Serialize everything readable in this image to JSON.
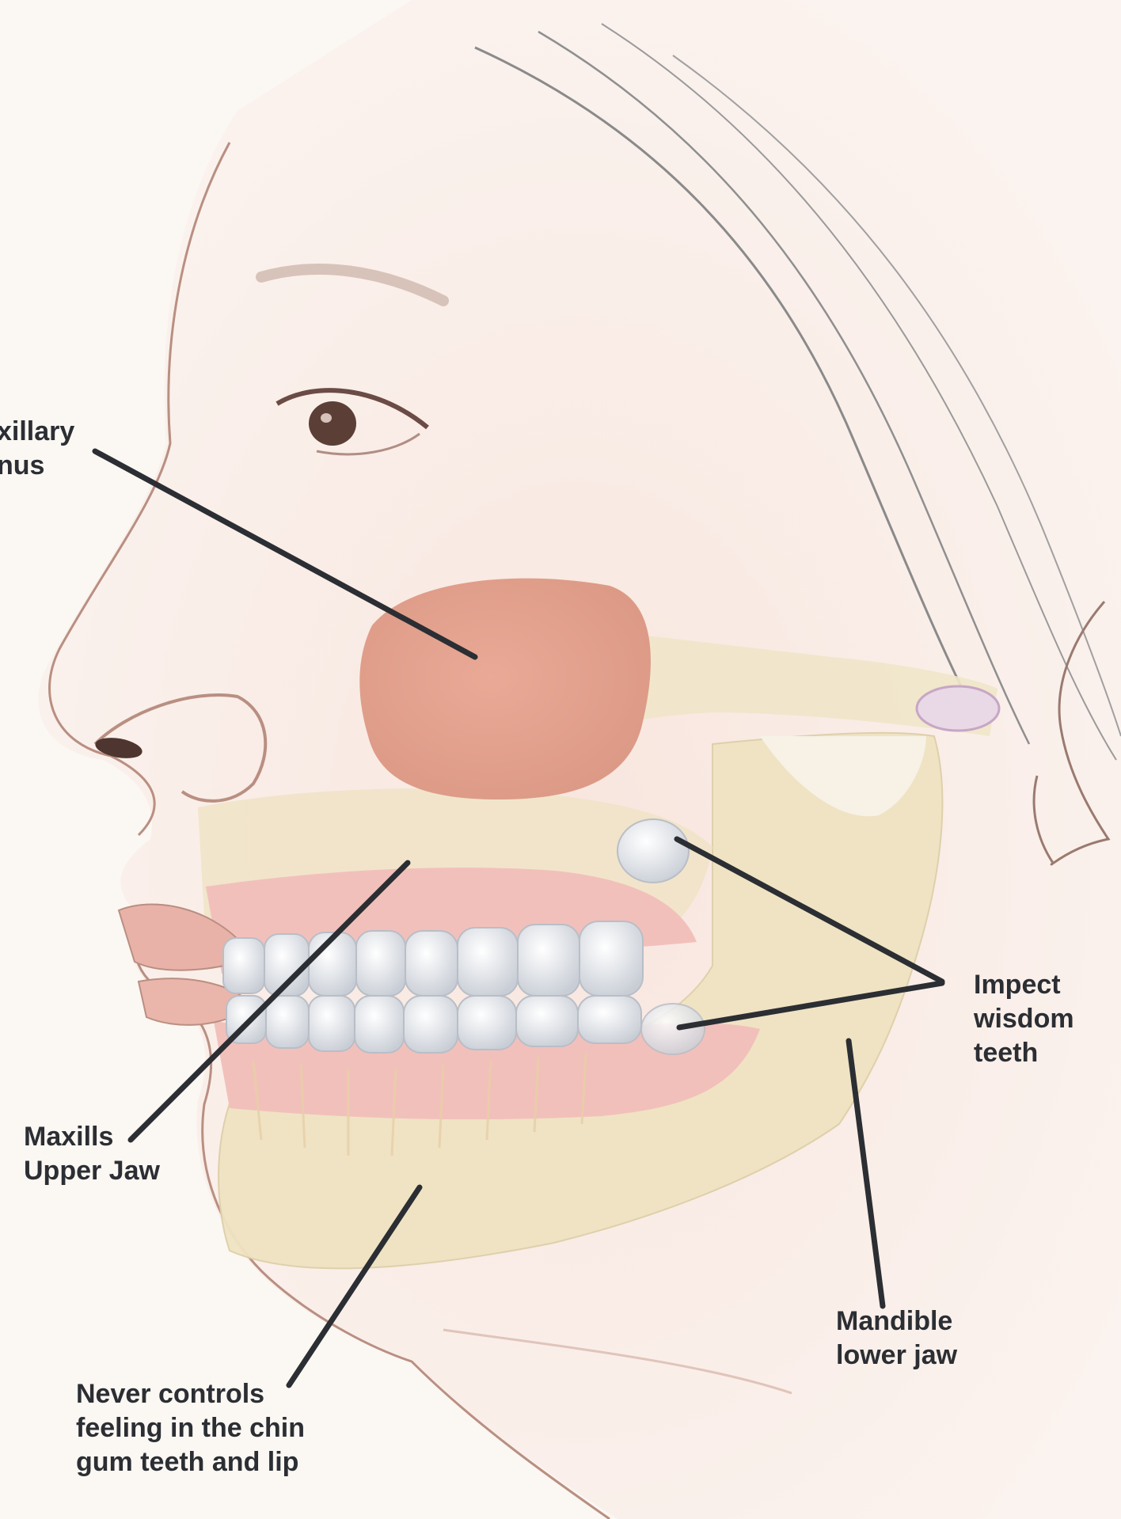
{
  "labels": {
    "maxillary_sinus": "xillary\nnus",
    "maxilla": "Maxills\nUpper Jaw",
    "nerve": "Never controls\nfeeling in the chin\ngum teeth and lip",
    "mandible": "Mandible\nlower jaw",
    "wisdom_teeth": "Impect\nwisdom\nteeth"
  },
  "colors": {
    "background": "#fbf7f3",
    "skin": "#f6e3dc",
    "sinus": "#e7a492",
    "bone": "#efe6c9",
    "gum": "#f0b9b4",
    "teeth": "#eef0f3",
    "leader_line": "#2b2e33"
  }
}
